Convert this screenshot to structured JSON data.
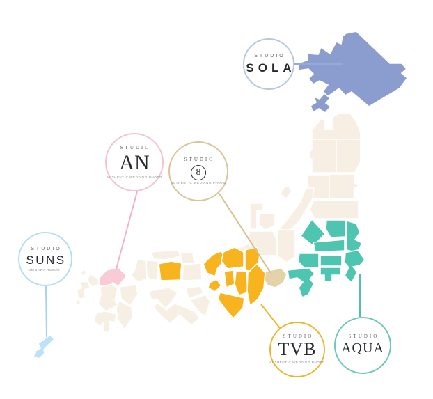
{
  "colors": {
    "cream": "#f7efe3",
    "hokkaido": "#8b9ccf",
    "kanto": "#4ec5b0",
    "kansai": "#f7b41e",
    "aichi": "#e4d2a8",
    "fukuoka": "#f9cbd6",
    "okinawa": "#bde2f8"
  },
  "studios": [
    {
      "brand": "STUDIO",
      "name": "SOLA",
      "tagline": "",
      "accent": "#b7c6e3",
      "line_color": "#96abd3"
    },
    {
      "brand": "STUDIO",
      "name": "AN",
      "tagline": "AUTHENTIC WEDDING PHOTO",
      "accent": "#f5c3cf",
      "line_color": "#f2b3c3"
    },
    {
      "brand": "STUDIO",
      "name": "8",
      "tagline": "AUTHENTIC WEDDING PHOTO",
      "accent": "#d8c69a",
      "line_color": "#d5c08c"
    },
    {
      "brand": "STUDIO",
      "name": "SUNS",
      "tagline": "OKINAWA RESORT",
      "accent": "#b3dcf5",
      "line_color": "#a5d2ee"
    },
    {
      "brand": "STUDIO",
      "name": "TVB",
      "tagline": "AUTHENTIC WEDDING PHOTO",
      "accent": "#edb52c",
      "line_color": "#edb52c"
    },
    {
      "brand": "STUDIO",
      "name": "AQUA",
      "tagline": "",
      "accent": "#6fc7b8",
      "line_color": "#56beae"
    }
  ]
}
